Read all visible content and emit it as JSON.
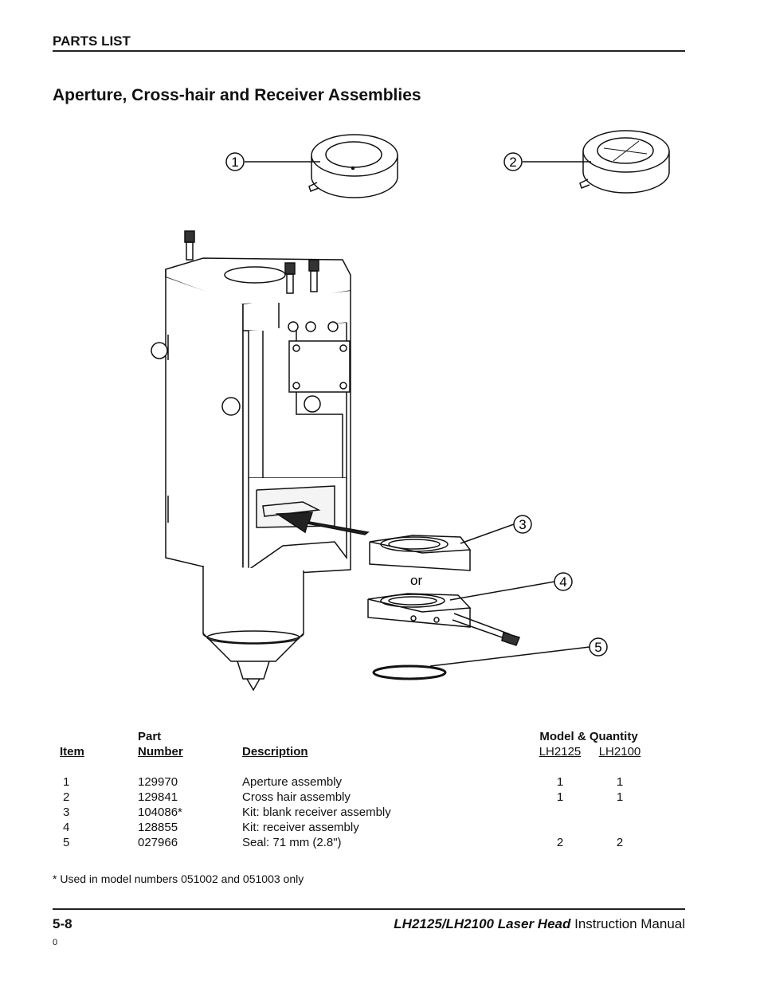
{
  "header": {
    "section": "PARTS LIST"
  },
  "title": "Aperture, Cross-hair and Receiver Assemblies",
  "figure": {
    "callouts": [
      "1",
      "2",
      "3",
      "4",
      "5"
    ],
    "or_label": "or"
  },
  "table": {
    "headers": {
      "item": "Item",
      "part_line1": "Part",
      "part_line2": "Number",
      "description": "Description",
      "model_qty": "Model & Quantity",
      "model1": "LH2125",
      "model2": "LH2100"
    },
    "rows": [
      {
        "item": "1",
        "part": "129970",
        "description": "Aperture assembly",
        "lh2125": "1",
        "lh2100": "1"
      },
      {
        "item": "2",
        "part": "129841",
        "description": "Cross hair assembly",
        "lh2125": "1",
        "lh2100": "1"
      },
      {
        "item": "3",
        "part": "104086*",
        "description": "Kit: blank receiver assembly",
        "lh2125": "",
        "lh2100": ""
      },
      {
        "item": "4",
        "part": "128855",
        "description": "Kit: receiver assembly",
        "lh2125": "",
        "lh2100": ""
      },
      {
        "item": "5",
        "part": "027966",
        "description": "Seal: 71 mm (2.8\")",
        "lh2125": "2",
        "lh2100": "2"
      }
    ]
  },
  "footnote": "* Used in model numbers 051002 and 051003 only",
  "footer": {
    "page": "5-8",
    "model": "LH2125/LH2100 Laser Head",
    "manual": "Instruction Manual",
    "small": "0"
  }
}
